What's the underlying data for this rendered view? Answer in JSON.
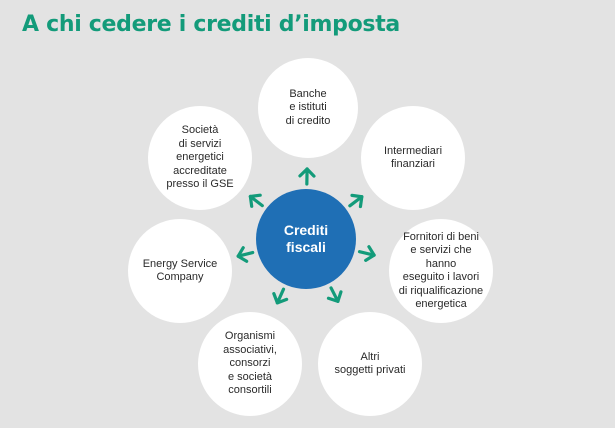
{
  "title": "A chi cedere i crediti d’imposta",
  "center": {
    "label": "Crediti\nfiscali"
  },
  "nodes": [
    {
      "label": "Banche\ne istituti\ndi credito"
    },
    {
      "label": "Intermediari\nfinanziari"
    },
    {
      "label": "Fornitori di beni\ne servizi che hanno\neseguito i lavori\ndi riqualificazione\nenergetica"
    },
    {
      "label": "Altri\nsoggetti privati"
    },
    {
      "label": "Organismi\nassociativi,\nconsorzi\ne società\nconsortili"
    },
    {
      "label": "Energy Service\nCompany"
    },
    {
      "label": "Società\ndi servizi\nenergetici\naccreditate\npresso il GSE"
    }
  ],
  "colors": {
    "title": "#139b7a",
    "arrow": "#139b7a",
    "center": "#1f6fb5",
    "node": "#ffffff",
    "background": "#e3e3e3"
  }
}
